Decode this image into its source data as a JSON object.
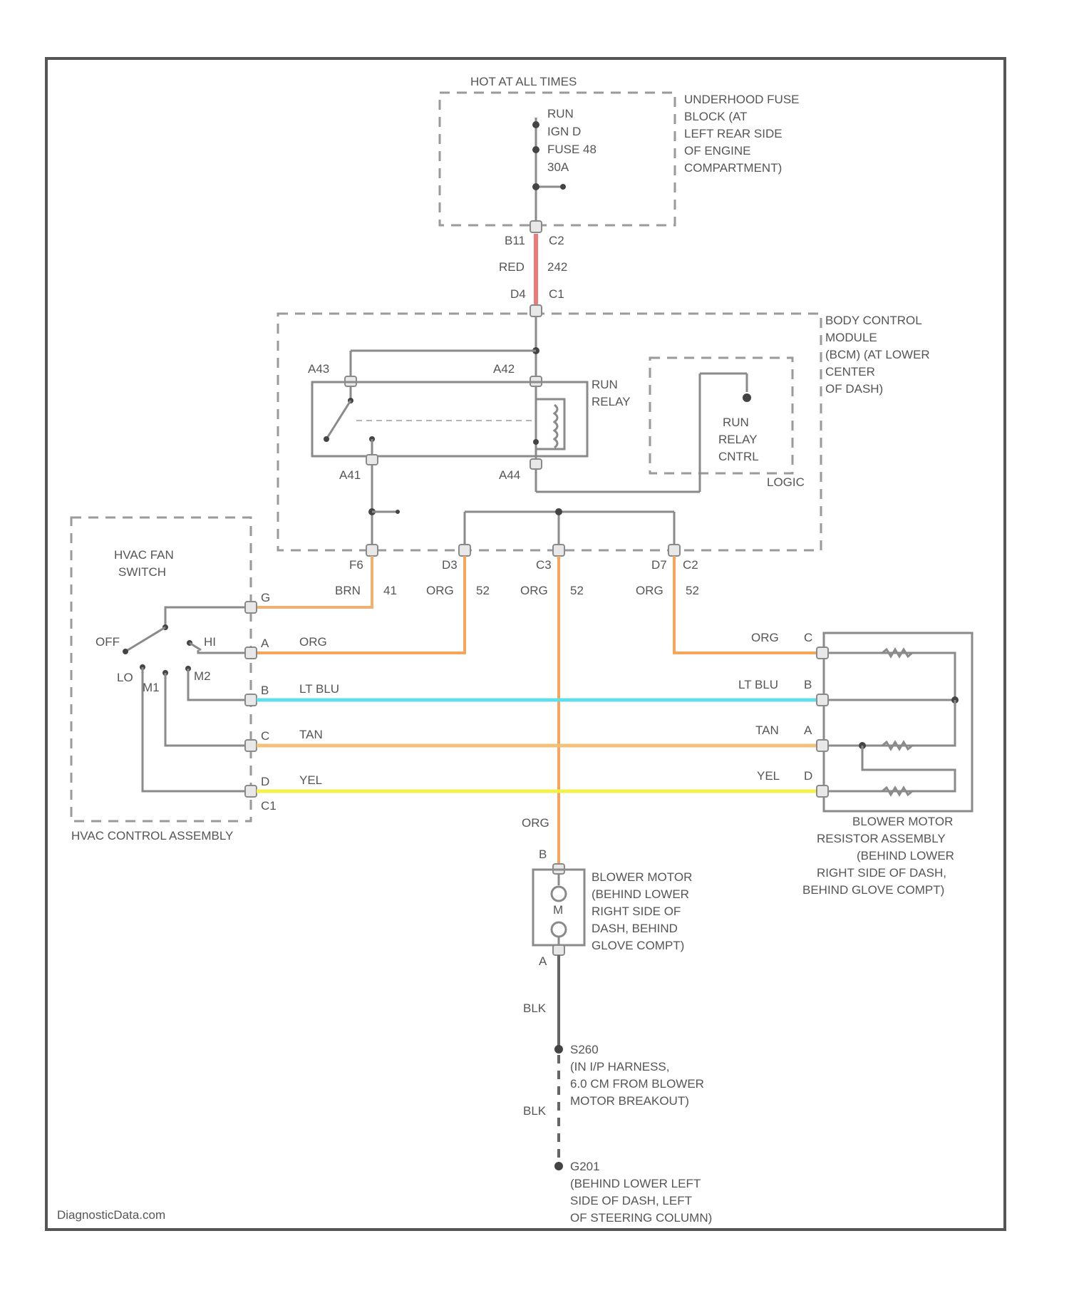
{
  "colors": {
    "red": "#ef7a7a",
    "orange": "#f5a659",
    "brown": "#f0b070",
    "lt_blue": "#5fdfea",
    "tan": "#f2c27a",
    "yellow": "#f2f24a",
    "black": "#666666",
    "gray": "#8a8a8a"
  },
  "fuse_block": {
    "hot": "HOT AT ALL TIMES",
    "fuse": [
      "RUN",
      "IGN D",
      "FUSE 48",
      "30A"
    ],
    "name": [
      "UNDERHOOD FUSE",
      "BLOCK (AT",
      "LEFT REAR SIDE",
      "OF ENGINE",
      "COMPARTMENT)"
    ],
    "out_pin": "B11",
    "out_conn": "C2"
  },
  "wire_fuse_bcm": {
    "color": "RED",
    "circuit": "242"
  },
  "bcm": {
    "in_pin": "D4",
    "in_conn": "C1",
    "name": [
      "BODY CONTROL",
      "MODULE",
      "(BCM) (AT LOWER",
      "CENTER",
      "OF DASH)"
    ],
    "relay_pins": {
      "a1": "A43",
      "a2": "A42",
      "a3": "A41",
      "a4": "A44"
    },
    "relay_name": [
      "RUN",
      "RELAY"
    ],
    "ctrl_name": [
      "RUN",
      "RELAY",
      "CNTRL"
    ],
    "logic": "LOGIC",
    "out_pins": [
      "F6",
      "D3",
      "C3",
      "D7"
    ],
    "out_conn": "C2"
  },
  "wire_brn": {
    "color": "BRN",
    "circuit": "41"
  },
  "wire_org1": {
    "color": "ORG",
    "circuit": "52"
  },
  "wire_org2": {
    "color": "ORG",
    "circuit": "52"
  },
  "wire_org3": {
    "color": "ORG",
    "circuit": "52"
  },
  "switch": {
    "name": [
      "HVAC FAN",
      "SWITCH"
    ],
    "positions": {
      "off": "OFF",
      "hi": "HI",
      "m2": "M2",
      "lo": "LO",
      "m1": "M1"
    },
    "pins": [
      "G",
      "A",
      "B",
      "C",
      "D"
    ],
    "conn": "C1",
    "assembly": "HVAC CONTROL ASSEMBLY"
  },
  "harness_left": [
    {
      "color": "ORG"
    },
    {
      "color": "LT BLU"
    },
    {
      "color": "TAN"
    },
    {
      "color": "YEL"
    }
  ],
  "harness_right": [
    {
      "color": "ORG",
      "pin": "C"
    },
    {
      "color": "LT BLU",
      "pin": "B"
    },
    {
      "color": "TAN",
      "pin": "A"
    },
    {
      "color": "YEL",
      "pin": "D"
    }
  ],
  "resistor": {
    "name": [
      "BLOWER MOTOR",
      "RESISTOR ASSEMBLY",
      "(BEHIND LOWER",
      "RIGHT SIDE OF DASH,",
      "BEHIND GLOVE COMPT)"
    ]
  },
  "motor": {
    "in_color": "ORG",
    "pin_b": "B",
    "pin_a": "A",
    "symbol": "M",
    "name": [
      "BLOWER MOTOR",
      "(BEHIND LOWER",
      "RIGHT SIDE OF",
      "DASH, BEHIND",
      "GLOVE COMPT)"
    ],
    "out_color": "BLK"
  },
  "splice": {
    "name": [
      "S260",
      "(IN I/P HARNESS,",
      "6.0 CM FROM BLOWER",
      "MOTOR BREAKOUT)"
    ],
    "out_color": "BLK"
  },
  "ground": {
    "name": [
      "G201",
      "(BEHIND LOWER LEFT",
      "SIDE OF DASH, LEFT",
      "OF STEERING COLUMN)"
    ]
  },
  "watermark": "DiagnosticData.com"
}
